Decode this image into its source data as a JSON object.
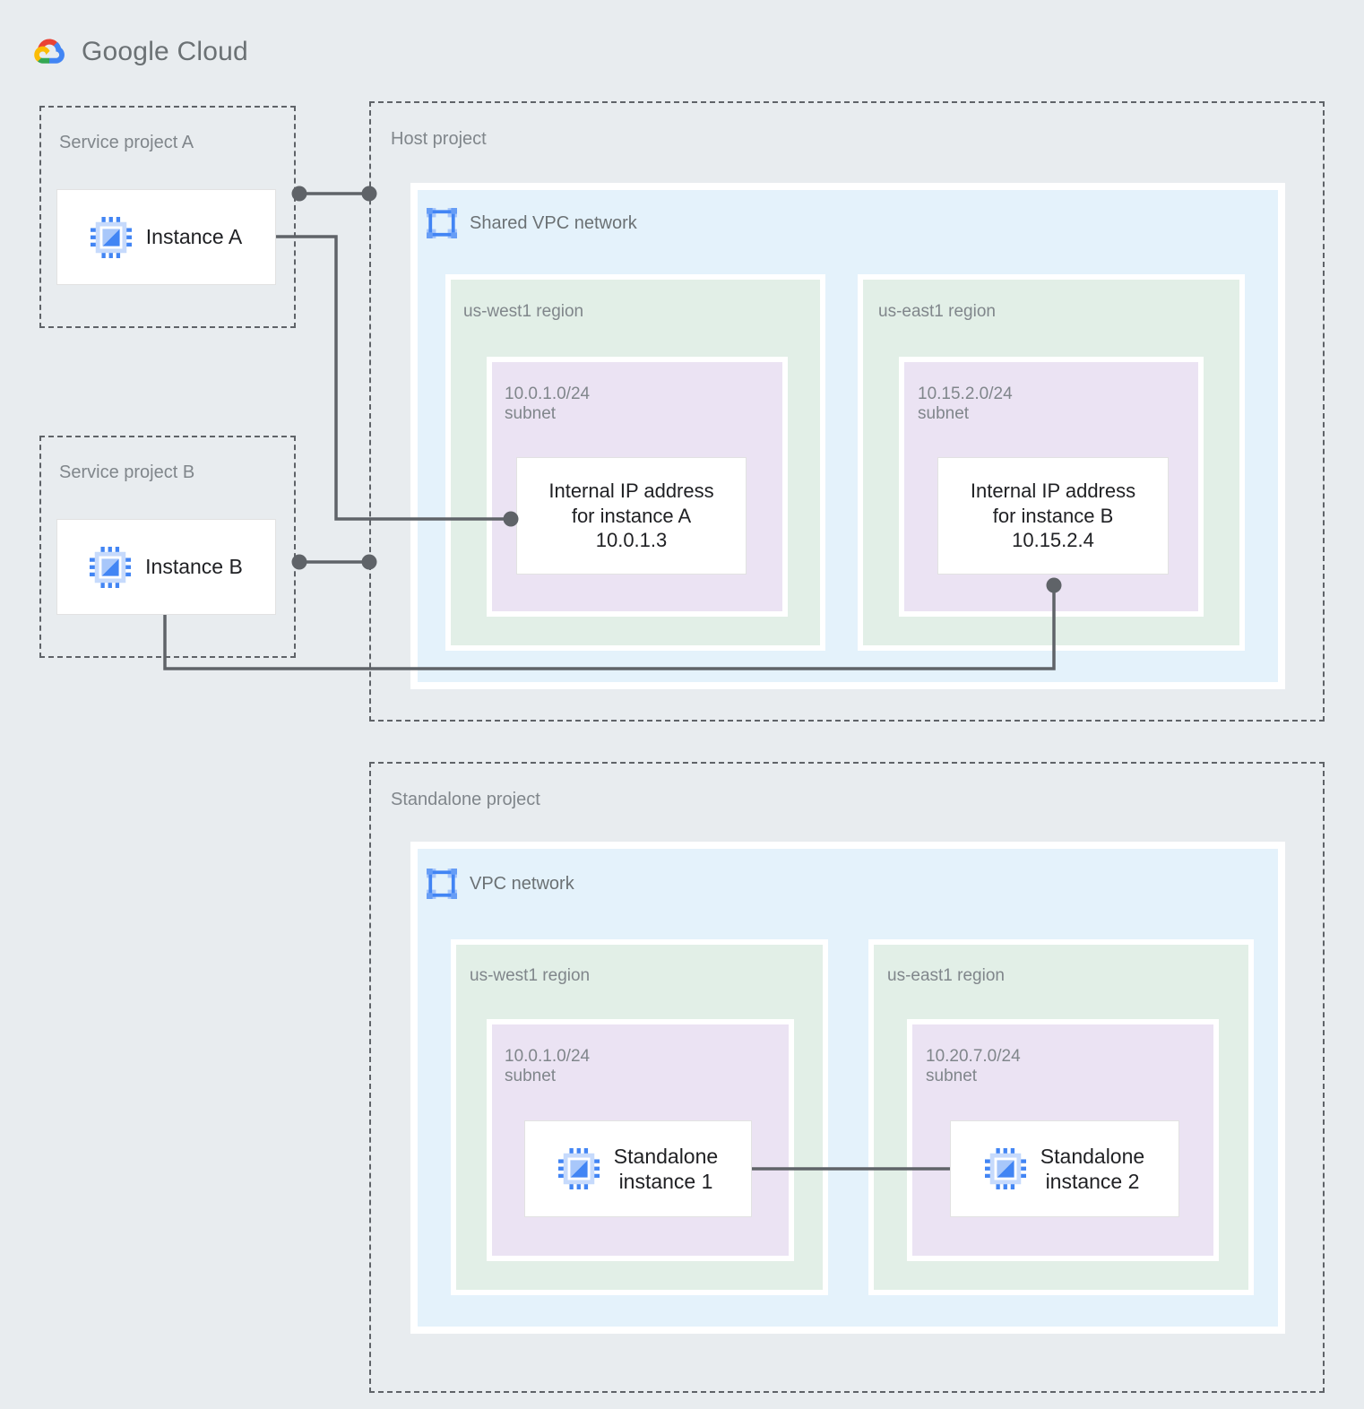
{
  "brand": {
    "name_part1": "Google",
    "name_part2": "Cloud",
    "logo_icon": "google-cloud-logo",
    "colors": {
      "red": "#ea4335",
      "blue": "#4285f4",
      "yellow": "#fbbc05",
      "green": "#34a853",
      "text": "#6b7174"
    }
  },
  "palette": {
    "page_background": "#e8ecef",
    "vpc_fill": "#e4f2fb",
    "region_fill": "#e2efe7",
    "subnet_fill": "#ebe3f3",
    "card_fill": "#ffffff",
    "dashed_border": "#5f6368",
    "connector": "#5f6368",
    "label_text": "#80868b",
    "icon_blue": "#4285f4"
  },
  "projects": {
    "service_a": {
      "label": "Service project A",
      "instance": {
        "label": "Instance A",
        "icon": "vm-instance-icon"
      }
    },
    "service_b": {
      "label": "Service project B",
      "instance": {
        "label": "Instance B",
        "icon": "vm-instance-icon"
      }
    },
    "host": {
      "label": "Host project",
      "network": {
        "label": "Shared VPC network",
        "icon": "vpc-network-icon",
        "regions": [
          {
            "label": "us-west1 region",
            "subnet": {
              "label": "10.0.1.0/24\nsubnet",
              "cidr": "10.0.1.0/24",
              "resource": {
                "label": "Internal IP address\nfor instance A\n10.0.1.3",
                "ip": "10.0.1.3"
              }
            }
          },
          {
            "label": "us-east1 region",
            "subnet": {
              "label": "10.15.2.0/24\nsubnet",
              "cidr": "10.15.2.0/24",
              "resource": {
                "label": "Internal IP address\nfor instance B\n10.15.2.4",
                "ip": "10.15.2.4"
              }
            }
          }
        ]
      }
    },
    "standalone": {
      "label": "Standalone project",
      "network": {
        "label": "VPC network",
        "icon": "vpc-network-icon",
        "regions": [
          {
            "label": "us-west1 region",
            "subnet": {
              "label": "10.0.1.0/24\nsubnet",
              "cidr": "10.0.1.0/24",
              "resource": {
                "label": "Standalone\ninstance 1",
                "icon": "vm-instance-icon"
              }
            }
          },
          {
            "label": "us-east1 region",
            "subnet": {
              "label": "10.20.7.0/24\nsubnet",
              "cidr": "10.20.7.0/24",
              "resource": {
                "label": "Standalone\ninstance 2",
                "icon": "vm-instance-icon"
              }
            }
          }
        ]
      }
    }
  }
}
